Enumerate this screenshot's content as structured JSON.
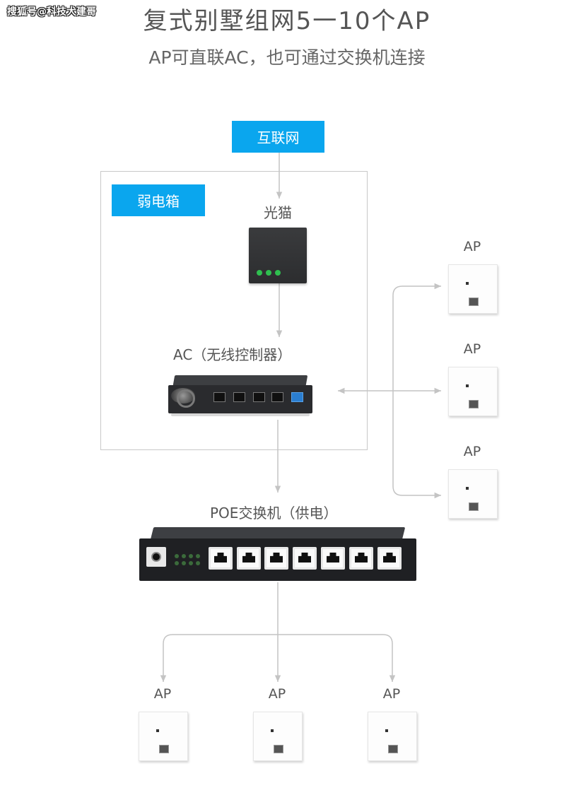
{
  "watermark": "搜狐号@科技犬建哥",
  "title": "复式别墅组网5一10个AP",
  "subtitle": "AP可直联AC，也可通过交换机连接",
  "nodes": {
    "internet": "互联网",
    "weak_box": "弱电箱",
    "modem": "光猫",
    "ac": "AC（无线控制器）",
    "poe": "POE交换机（供电）",
    "ap": "AP"
  },
  "right_aps": [
    "AP",
    "AP",
    "AP"
  ],
  "bottom_aps": [
    "AP",
    "AP",
    "AP"
  ],
  "colors": {
    "accent": "#0aa6ee",
    "line": "#c4c4c4",
    "device_dark": "#2a2b2e",
    "led_green": "#2fbf4f",
    "port_blue": "#2a7ed0"
  },
  "icons": [
    "modem-icon",
    "ac-controller-icon",
    "poe-switch-icon",
    "ap-panel-icon",
    "arrow-icon"
  ]
}
